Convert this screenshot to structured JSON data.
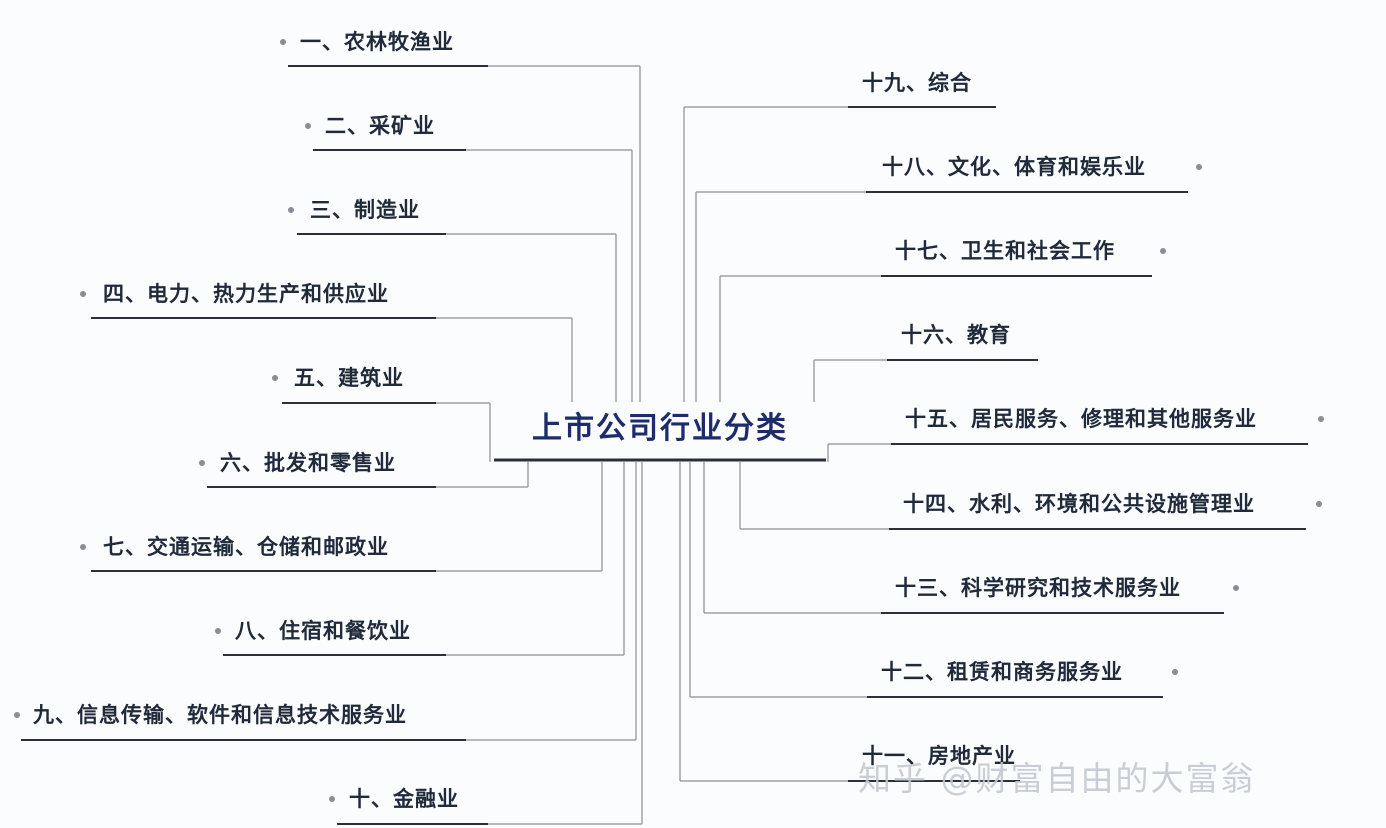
{
  "diagram": {
    "center_title": "上市公司行业分类",
    "left_branches": [
      "一、农林牧渔业",
      "二、采矿业",
      "三、制造业",
      "四、电力、热力生产和供应业",
      "五、建筑业",
      "六、批发和零售业",
      "七、交通运输、仓储和邮政业",
      "八、住宿和餐饮业",
      "九、信息传输、软件和信息技术服务业",
      "十、金融业"
    ],
    "right_branches": [
      "十九、综合",
      "十八、文化、体育和娱乐业",
      "十七、卫生和社会工作",
      "十六、教育",
      "十五、居民服务、修理和其他服务业",
      "十四、水利、环境和公共设施管理业",
      "十三、科学研究和技术服务业",
      "十二、租赁和商务服务业",
      "十一、房地产业"
    ],
    "colors": {
      "connector": "#8c8f97",
      "underline": "#2a2f3a",
      "center_text": "#1e2c6b",
      "branch_text": "#202a3a"
    }
  },
  "watermark": "知乎 @财富自由的大富翁"
}
